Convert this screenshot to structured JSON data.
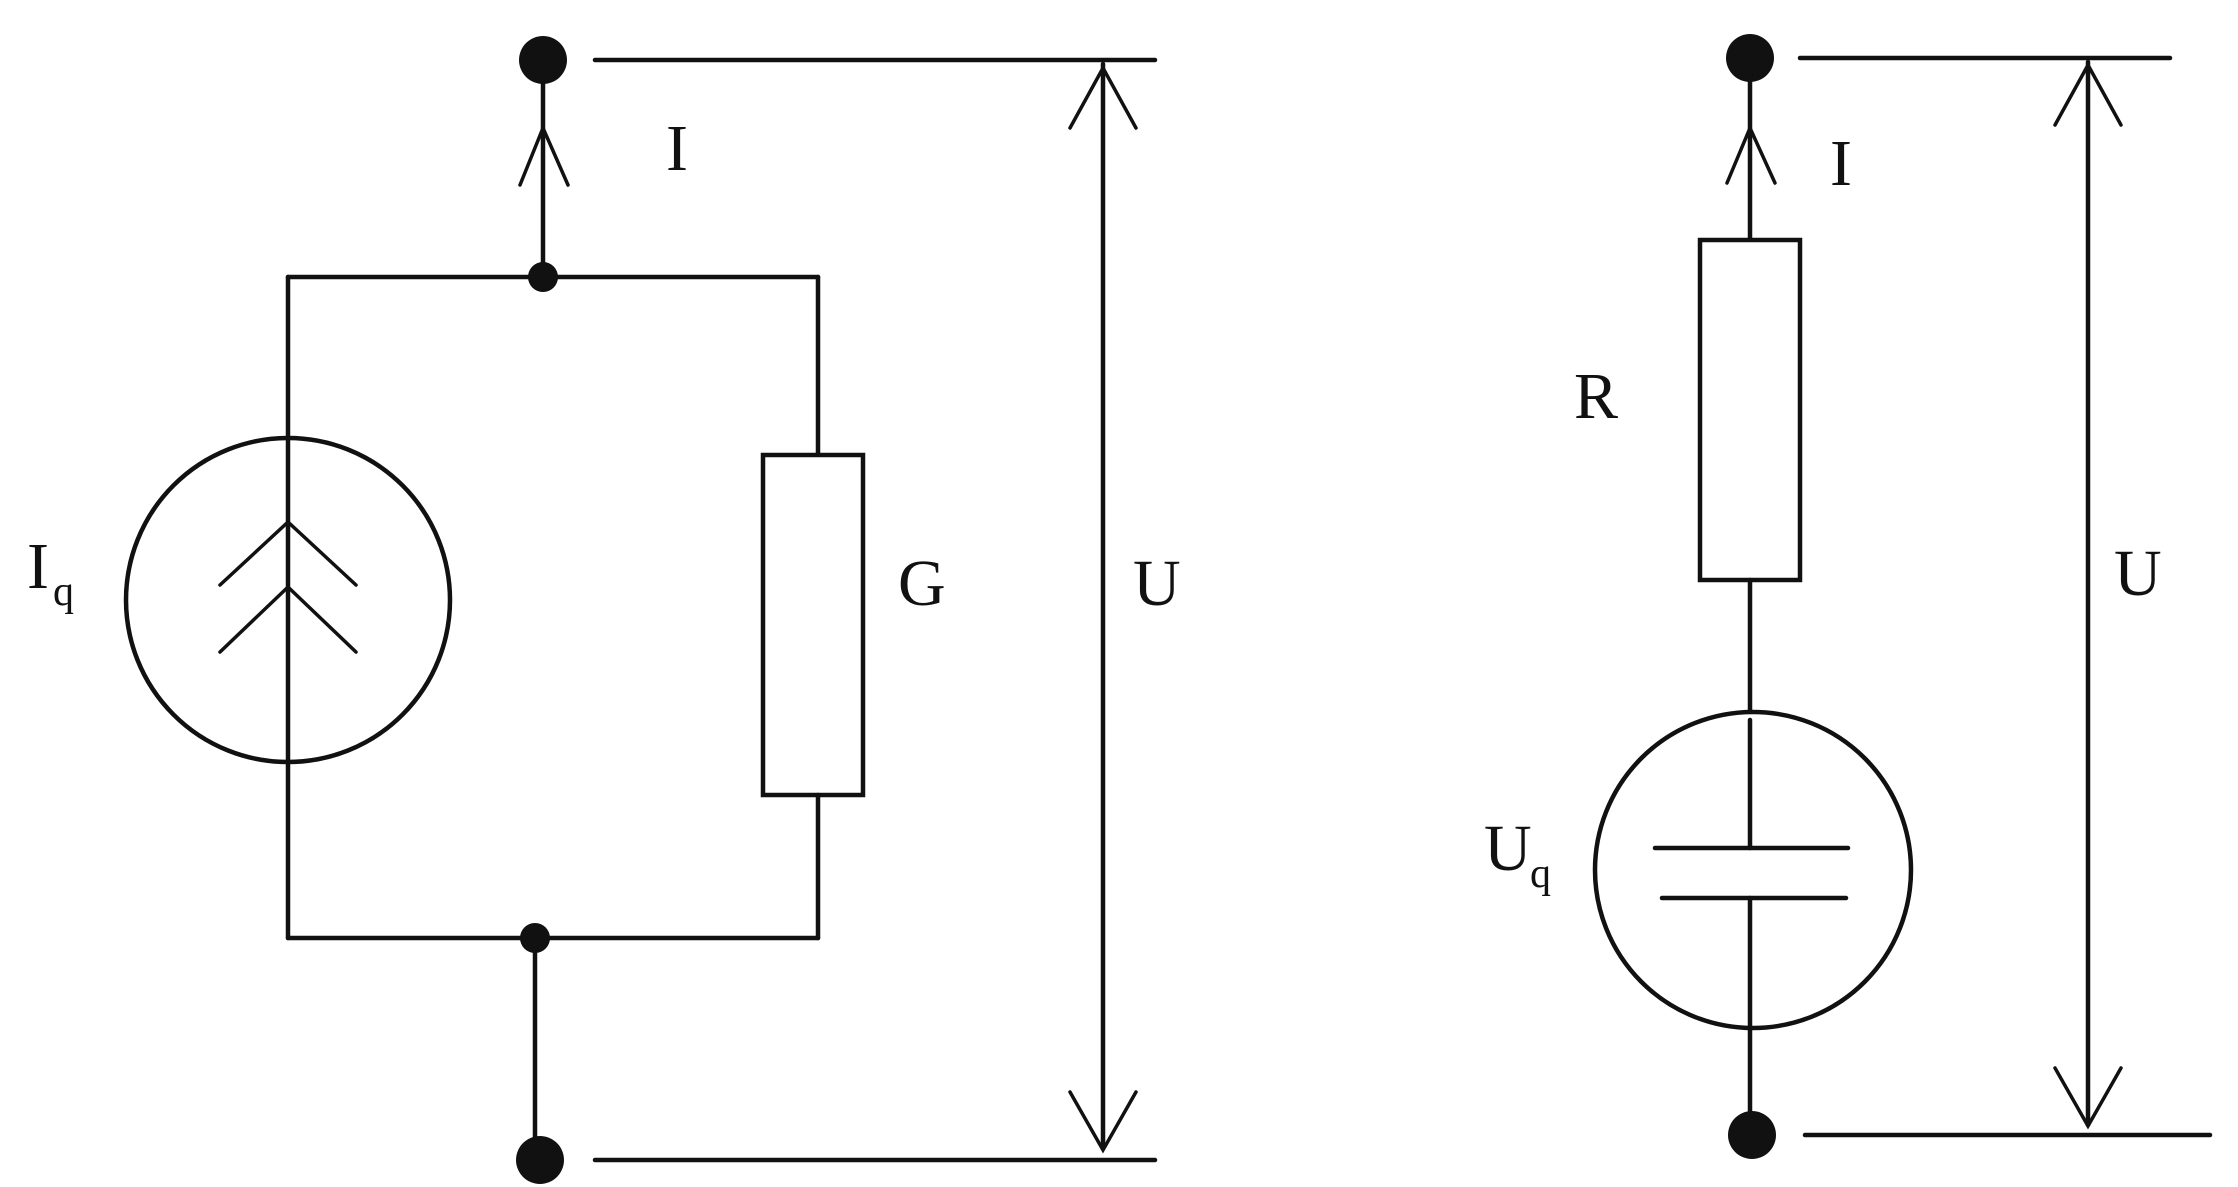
{
  "left_circuit": {
    "source_label": "I",
    "source_subscript": "q",
    "conductance_label": "G",
    "current_label": "I",
    "voltage_label": "U"
  },
  "right_circuit": {
    "source_label": "U",
    "source_subscript": "q",
    "resistance_label": "R",
    "current_label": "I",
    "voltage_label": "U"
  }
}
